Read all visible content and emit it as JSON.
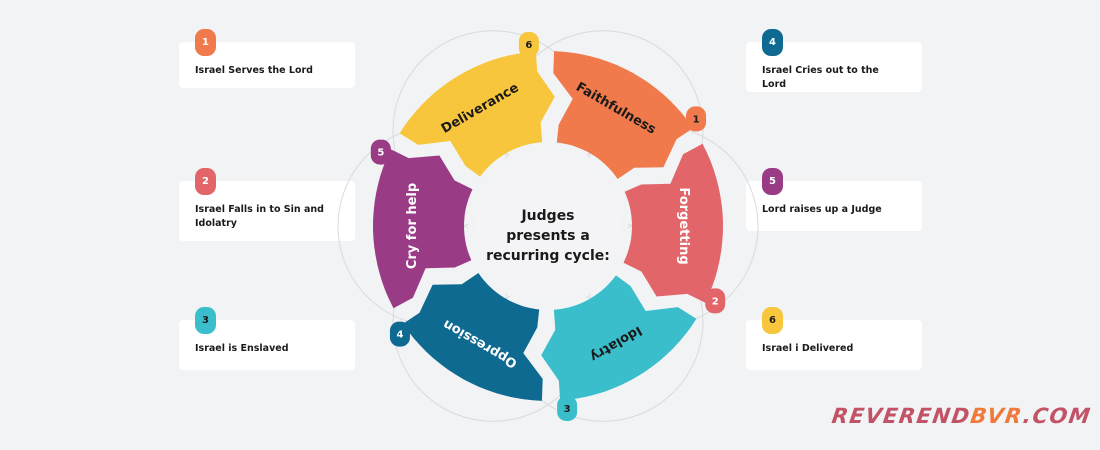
{
  "center_title": [
    "Judges",
    "presents a",
    "recurring cycle:"
  ],
  "colors": {
    "background": "#f2f3f5",
    "orange": "#f07a4b",
    "red": "#e2656a",
    "teal": "#3bbecb",
    "navy": "#0f6a91",
    "purple": "#9a3b85",
    "yellow": "#f7c63c"
  },
  "segments": [
    {
      "number": "1",
      "label": "Faithfulness",
      "color": "#f07a4b",
      "text_color": "#1a1a1a"
    },
    {
      "number": "2",
      "label": "Forgetting",
      "color": "#e2656a",
      "text_color": "#ffffff"
    },
    {
      "number": "3",
      "label": "Idolatry",
      "color": "#3bbecb",
      "text_color": "#1a1a1a"
    },
    {
      "number": "4",
      "label": "Oppression",
      "color": "#0f6a91",
      "text_color": "#ffffff"
    },
    {
      "number": "5",
      "label": "Cry for help",
      "color": "#9a3b85",
      "text_color": "#ffffff"
    },
    {
      "number": "6",
      "label": "Deliverance",
      "color": "#f7c63c",
      "text_color": "#1a1a1a"
    }
  ],
  "cards": [
    {
      "number": "1",
      "text": "Israel Serves the Lord",
      "color": "#f07a4b"
    },
    {
      "number": "2",
      "text": "Israel Falls in to Sin and Idolatry",
      "color": "#e2656a"
    },
    {
      "number": "3",
      "text": "Israel is Enslaved",
      "color": "#3bbecb"
    },
    {
      "number": "4",
      "text": "Israel Cries out to the Lord",
      "color": "#0f6a91"
    },
    {
      "number": "5",
      "text": "Lord raises up a Judge",
      "color": "#9a3b85"
    },
    {
      "number": "6",
      "text": "Israel i Delivered",
      "color": "#f7c63c"
    }
  ],
  "logo": {
    "part1": "REVEREND",
    "part2": "BVR",
    "part3": ".COM"
  }
}
